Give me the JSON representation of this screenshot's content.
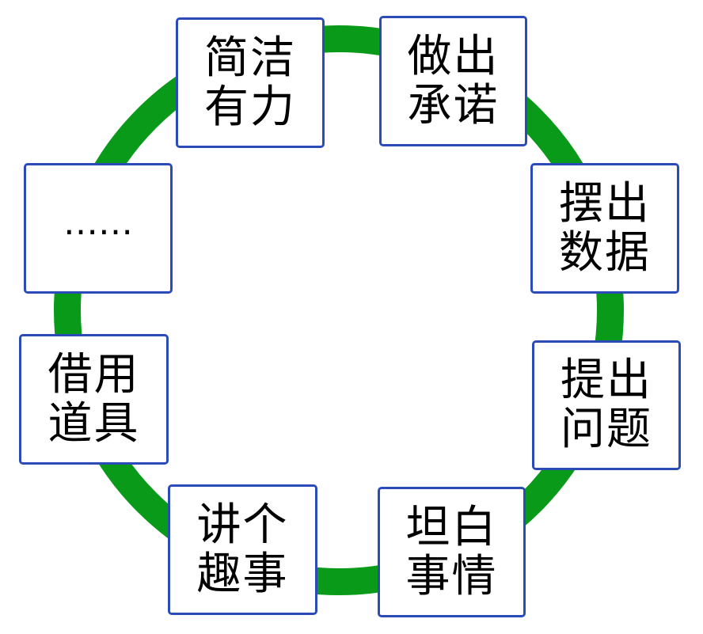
{
  "diagram": {
    "ring_color": "#0a9a1a",
    "box_border_color": "#2a4bb8",
    "boxes": [
      {
        "lines": [
          "简洁",
          "有力"
        ]
      },
      {
        "lines": [
          "做出",
          "承诺"
        ]
      },
      {
        "lines": [
          "摆出",
          "数据"
        ]
      },
      {
        "lines": [
          "提出",
          "问题"
        ]
      },
      {
        "lines": [
          "坦白",
          "事情"
        ]
      },
      {
        "lines": [
          "讲个",
          "趣事"
        ]
      },
      {
        "lines": [
          "借用",
          "道具"
        ]
      },
      {
        "lines": [
          "……"
        ]
      }
    ]
  }
}
